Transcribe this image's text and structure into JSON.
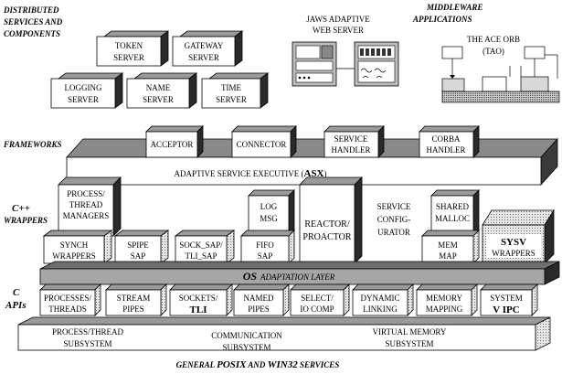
{
  "headers": {
    "distributed": [
      "DISTRIBUTED",
      "SERVICES AND",
      "COMPONENTS"
    ],
    "middleware": [
      "MIDDLEWARE",
      "APPLICATIONS"
    ],
    "jaws": [
      "JAWS ADAPTIVE",
      "WEB SERVER"
    ],
    "ace_orb": [
      "THE ACE ORB",
      "(TAO)"
    ]
  },
  "services": {
    "token": [
      "TOKEN",
      "SERVER"
    ],
    "gateway": [
      "GATEWAY",
      "SERVER"
    ],
    "logging": [
      "LOGGING",
      "SERVER"
    ],
    "name": [
      "NAME",
      "SERVER"
    ],
    "time": [
      "TIME",
      "SERVER"
    ]
  },
  "layers": {
    "frameworks": "FRAMEWORKS",
    "cpp_wrappers": [
      "C++",
      "WRAPPERS"
    ],
    "c_apis": [
      "C",
      "APIs"
    ]
  },
  "frameworks": {
    "acceptor": "ACCEPTOR",
    "connector": "CONNECTOR",
    "service_handler": [
      "SERVICE",
      "HANDLER"
    ],
    "corba_handler": [
      "CORBA",
      "HANDLER"
    ]
  },
  "asx": {
    "prefix": "ADAPTIVE SERVICE EXECUTIVE (",
    "abbr": "ASX",
    "suffix": ")"
  },
  "wrappers": {
    "process_thread": [
      "PROCESS/",
      "THREAD",
      "MANAGERS"
    ],
    "log_msg": [
      "LOG",
      "MSG"
    ],
    "reactor": [
      "REACTOR/",
      "PROACTOR"
    ],
    "service_config": [
      "SERVICE",
      "CONFIG-",
      "URATOR"
    ],
    "shared_malloc": [
      "SHARED",
      "MALLOC"
    ],
    "synch": [
      "SYNCH",
      "WRAPPERS"
    ],
    "spipe": [
      "SPIPE",
      "SAP"
    ],
    "sock_tli": [
      "SOCK_SAP/",
      "TLI_SAP"
    ],
    "fifo": [
      "FIFO",
      "SAP"
    ],
    "mem_map": [
      "MEM",
      "MAP"
    ],
    "sysv": [
      "SYSV",
      "WRAPPERS"
    ]
  },
  "os_layer": {
    "os": "OS",
    "rest": "ADAPTATION LAYER"
  },
  "apis": {
    "processes": [
      "PROCESSES/",
      "THREADS"
    ],
    "stream": [
      "STREAM",
      "PIPES"
    ],
    "sockets": [
      "SOCKETS/",
      "TLI"
    ],
    "named": [
      "NAMED",
      "PIPES"
    ],
    "select": [
      "SELECT/",
      "IO COMP"
    ],
    "dynamic": [
      "DYNAMIC",
      "LINKING"
    ],
    "memory": [
      "MEMORY",
      "MAPPING"
    ],
    "system": [
      "SYSTEM",
      "V IPC"
    ]
  },
  "subsystems": {
    "process": [
      "PROCESS/THREAD",
      "SUBSYSTEM"
    ],
    "communication": [
      "COMMUNICATION",
      "SUBSYSTEM"
    ],
    "virtual": [
      "VIRTUAL MEMORY",
      "SUBSYSTEM"
    ]
  },
  "footer": {
    "general": "GENERAL",
    "posix": "POSIX",
    "and": "AND",
    "win32": "WIN32",
    "services": "SERVICES"
  }
}
